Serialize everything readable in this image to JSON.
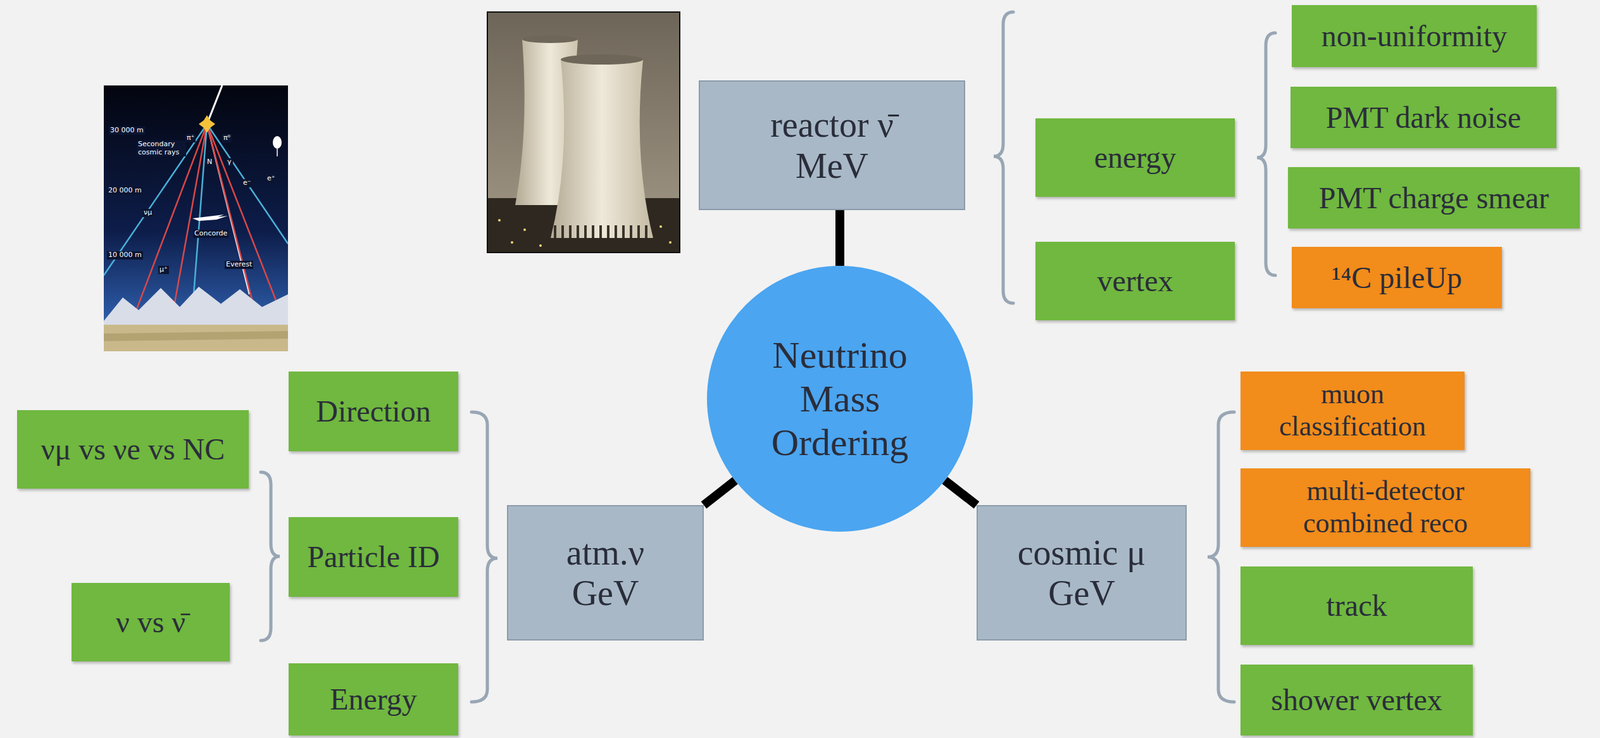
{
  "diagram": {
    "nodes": [
      {
        "text": [
          "Neutrino Mass Ordering"
        ]
      },
      {
        "text": [
          "reactor ν̄",
          "MeV"
        ]
      },
      {
        "text": [
          "energy"
        ]
      },
      {
        "text": [
          "vertex"
        ]
      },
      {
        "text": [
          "non-uniformity"
        ]
      },
      {
        "text": [
          "PMT dark noise"
        ]
      },
      {
        "text": [
          "PMT charge smear"
        ]
      },
      {
        "text": [
          "¹⁴C pileUp"
        ]
      },
      {
        "text": [
          "atm.ν",
          "GeV"
        ]
      },
      {
        "text": [
          "Direction"
        ]
      },
      {
        "text": [
          "Particle ID"
        ]
      },
      {
        "text": [
          "Energy"
        ]
      },
      {
        "text": [
          "νμ vs νe vs NC"
        ]
      },
      {
        "text": [
          "ν vs ν̄"
        ]
      },
      {
        "text": [
          "cosmic μ",
          "GeV"
        ]
      },
      {
        "text": [
          "muon classification"
        ]
      },
      {
        "text": [
          "multi-detector combined reco"
        ]
      },
      {
        "text": [
          "track"
        ]
      },
      {
        "text": [
          "shower vertex"
        ]
      }
    ],
    "edges": [
      {
        "from": 0,
        "to": 1,
        "arrow": "none"
      },
      {
        "from": 0,
        "to": 8,
        "arrow": "none"
      },
      {
        "from": 0,
        "to": 14,
        "arrow": "none"
      }
    ],
    "labels": [
      "30 000 m",
      "Secondary cosmic rays",
      "20 000 m",
      "10 000 m",
      "Concorde",
      "Everest",
      "π⁺",
      "π⁰",
      "N",
      "γ",
      "e⁻",
      "e⁺",
      "νμ",
      "μ⁺"
    ]
  }
}
